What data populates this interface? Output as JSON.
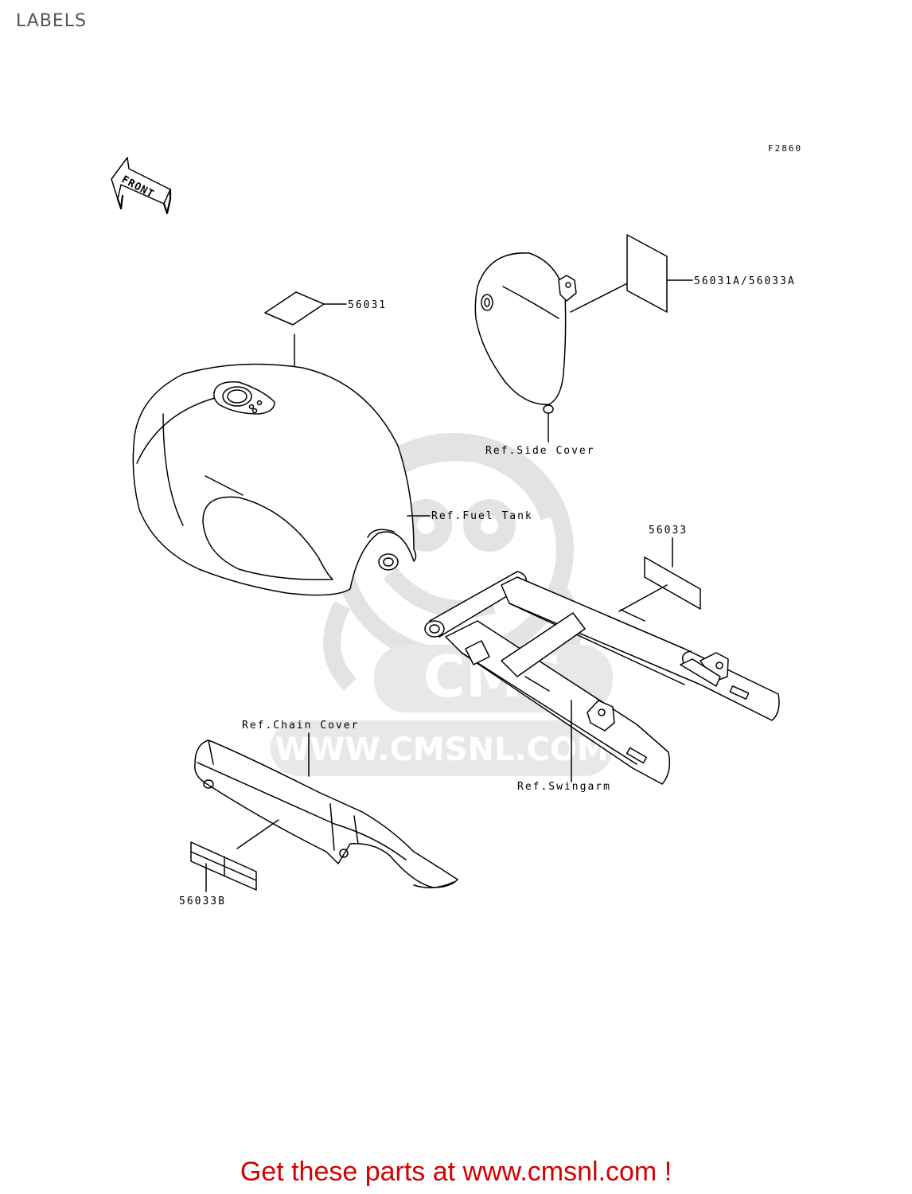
{
  "page": {
    "title": "LABELS",
    "footer": "Get these parts at www.cmsnl.com !"
  },
  "diagram": {
    "figure_code": "F2860",
    "direction_label": "FRONT",
    "callouts": {
      "fuel_tank_label": "56031",
      "side_cover_label": "56031A/56033A",
      "swingarm_label": "56033",
      "chain_cover_label": "56033B"
    },
    "references": {
      "side_cover": "Ref.Side Cover",
      "fuel_tank": "Ref.Fuel Tank",
      "chain_cover": "Ref.Chain Cover",
      "swingarm": "Ref.Swingarm"
    },
    "watermark": {
      "brand": "CMS",
      "url": "WWW.CMSNL.COM"
    }
  },
  "colors": {
    "footer_text": "#d40000",
    "title_text": "#555555",
    "watermark": "#e6e6e6"
  }
}
